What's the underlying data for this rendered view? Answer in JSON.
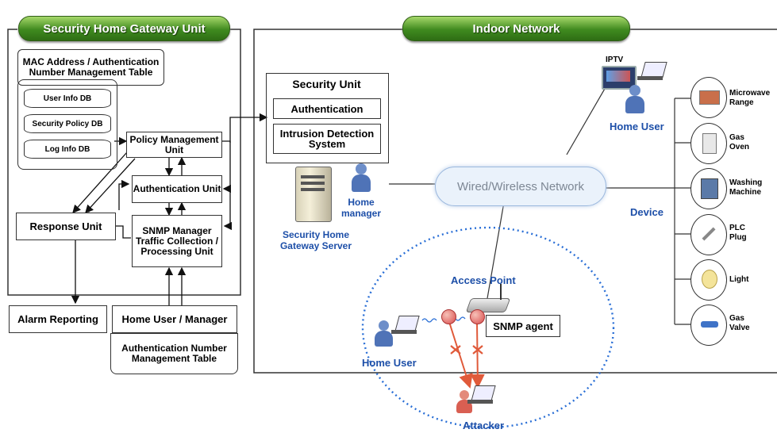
{
  "left_panel": {
    "title": "Security Home Gateway Unit",
    "mac_table": "MAC Address / Authentication Number Management Table",
    "db_user": "User Info DB",
    "db_policy": "Security Policy DB",
    "db_log": "Log Info DB",
    "policy_mgmt": "Policy Management Unit",
    "authentication_unit": "Authentication Unit",
    "snmp_manager": "SNMP Manager Traffic Collection / Processing Unit",
    "response_unit": "Response Unit",
    "alarm_reporting": "Alarm Reporting",
    "home_user_manager": "Home User / Manager",
    "auth_number_table": "Authentication Number Management Table"
  },
  "right_panel": {
    "title": "Indoor Network",
    "security_unit": "Security Unit",
    "authentication": "Authentication",
    "ids": "Intrusion Detection System",
    "gateway_server": "Security Home Gateway Server",
    "home_manager": "Home manager",
    "network": "Wired/Wireless Network",
    "iptv": "IPTV",
    "home_user_top": "Home User",
    "device": "Device",
    "access_point": "Access Point",
    "snmp_agent": "SNMP agent",
    "home_user_bottom": "Home User",
    "attacker": "Attacker",
    "devices": [
      "Microwave Range",
      "Gas Oven",
      "Washing Machine",
      "PLC Plug",
      "Light",
      "Gas Valve"
    ]
  },
  "colors": {
    "pill_green": "#3f8a1f",
    "label_blue": "#1d4fa8",
    "attack_red": "#e05a3a",
    "circle_blue": "#2a6fd6"
  }
}
